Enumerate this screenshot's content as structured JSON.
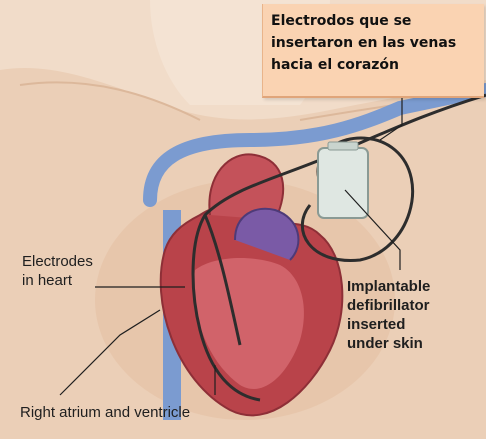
{
  "callout": {
    "lines": [
      "Electrodos que se",
      "insertaron en las venas",
      "hacia el corazón"
    ]
  },
  "labels": {
    "electrodes": [
      "Electrodes",
      "in heart"
    ],
    "defibrillator": [
      "Implantable",
      "defibrillator",
      "inserted",
      "under skin"
    ],
    "atrium": "Right atrium and ventricle"
  },
  "colors": {
    "background": "#f1dcc9",
    "skin_shade": "#e8c7ab",
    "vein_blue": "#6f8fc4",
    "heart_red": "#b9434a",
    "callout_fill": "#fad3b2"
  }
}
